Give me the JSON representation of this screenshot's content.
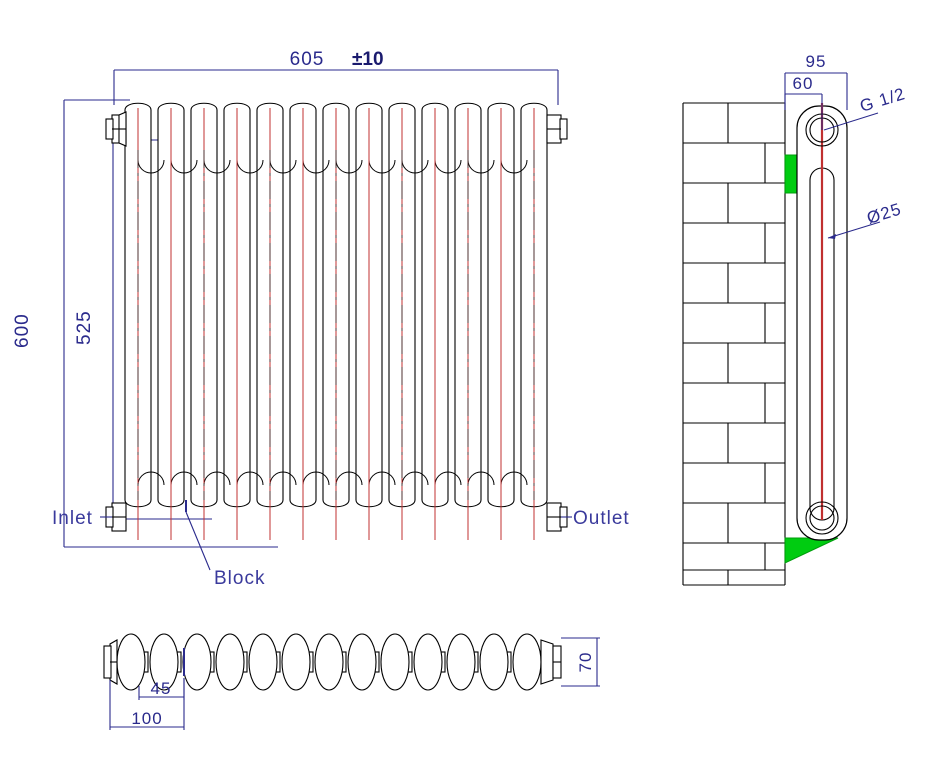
{
  "drawing": {
    "type": "technical-engineering-drawing",
    "subject": "column radiator",
    "views": [
      "front elevation",
      "side section with wall",
      "top plan"
    ],
    "line_colors": {
      "outline": "#000000",
      "dimension": "#2a2a8c",
      "centerline_red": "#c03030",
      "bracket_green": "#00cc11"
    }
  },
  "front_view": {
    "width_dim": "605",
    "width_tol": "±10",
    "height_overall": "600",
    "height_centers": "525",
    "inlet_label": "Inlet",
    "outlet_label": "Outlet",
    "block_label": "Block",
    "column_count": 13
  },
  "side_view": {
    "depth_overall": "95",
    "depth_inner": "60",
    "thread_label": "G 1/2",
    "pipe_dia_label": "Ø25",
    "wall_hatch": "brick-running-bond",
    "bracket_color": "#00cc11"
  },
  "plan_view": {
    "dim_section": "45",
    "dim_pitch": "100",
    "dim_depth": "70",
    "section_count": 13
  }
}
